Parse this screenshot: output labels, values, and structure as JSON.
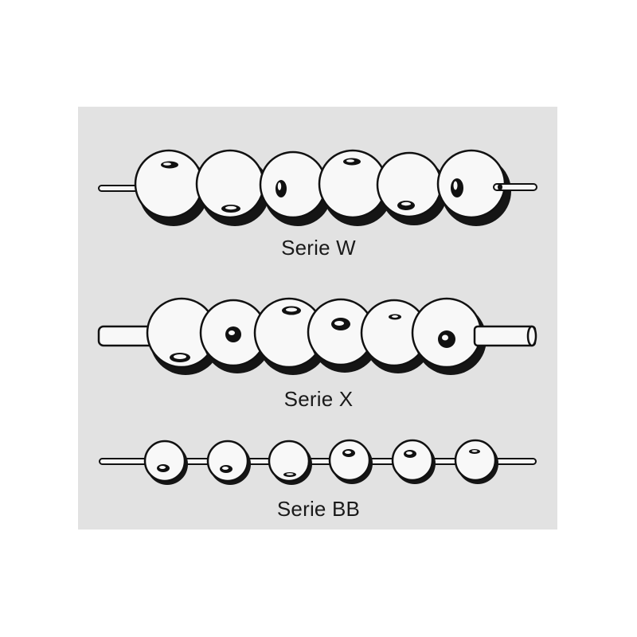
{
  "series": [
    {
      "id": "w",
      "label": "Serie W",
      "bead_count": 6
    },
    {
      "id": "x",
      "label": "Serie X",
      "bead_count": 6
    },
    {
      "id": "bb",
      "label": "Serie BB",
      "bead_count": 6
    }
  ],
  "colors": {
    "panel": "#e2e2e2",
    "bead_fill": "#f8f8f8",
    "outline": "#111111",
    "shadow": "#151515"
  }
}
